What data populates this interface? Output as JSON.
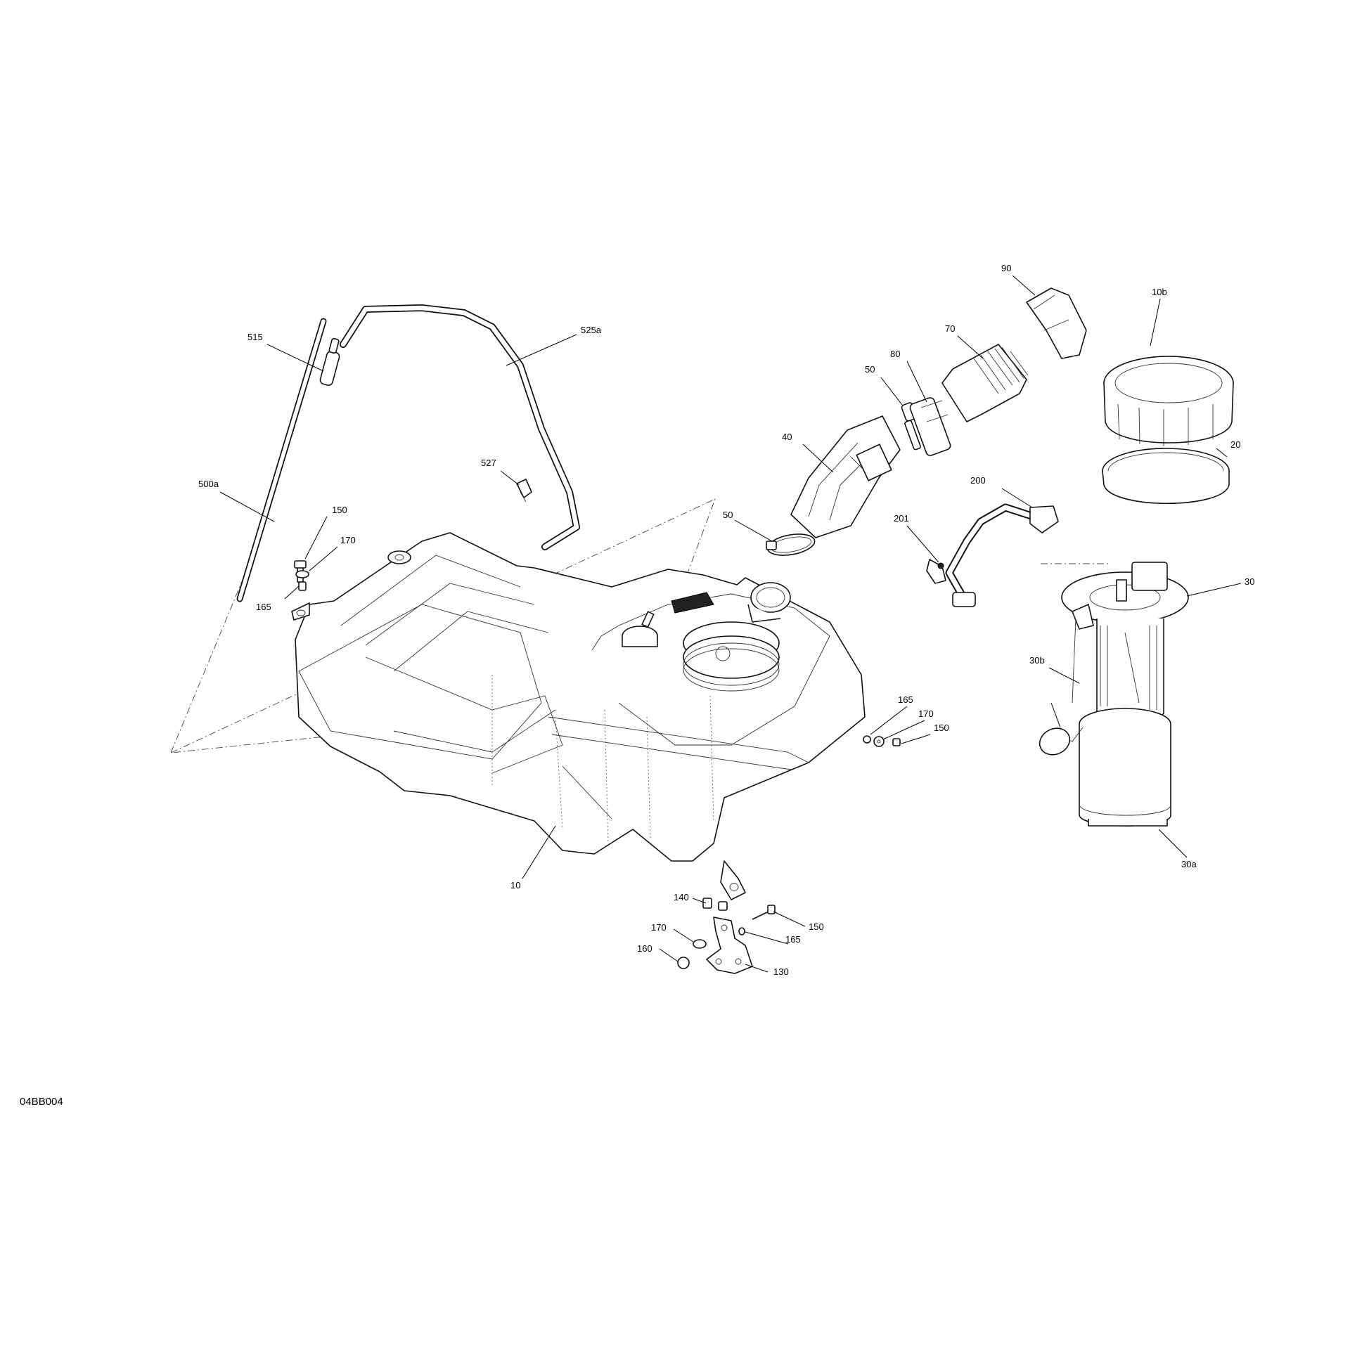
{
  "drawing_ref": "04BB004",
  "callouts": [
    {
      "id": "c515",
      "label": "515"
    },
    {
      "id": "c525a",
      "label": "525a"
    },
    {
      "id": "c527",
      "label": "527"
    },
    {
      "id": "c500a",
      "label": "500a"
    },
    {
      "id": "c150a",
      "label": "150"
    },
    {
      "id": "c170a",
      "label": "170"
    },
    {
      "id": "c165a",
      "label": "165"
    },
    {
      "id": "c90",
      "label": "90"
    },
    {
      "id": "c10b",
      "label": "10b"
    },
    {
      "id": "c70",
      "label": "70"
    },
    {
      "id": "c80",
      "label": "80"
    },
    {
      "id": "c50a",
      "label": "50"
    },
    {
      "id": "c40",
      "label": "40"
    },
    {
      "id": "c20",
      "label": "20"
    },
    {
      "id": "c200",
      "label": "200"
    },
    {
      "id": "c50b",
      "label": "50"
    },
    {
      "id": "c201",
      "label": "201"
    },
    {
      "id": "c30",
      "label": "30"
    },
    {
      "id": "c30b",
      "label": "30b"
    },
    {
      "id": "c165b",
      "label": "165"
    },
    {
      "id": "c170b",
      "label": "170"
    },
    {
      "id": "c150b",
      "label": "150"
    },
    {
      "id": "c30a",
      "label": "30a"
    },
    {
      "id": "c10",
      "label": "10"
    },
    {
      "id": "c140",
      "label": "140"
    },
    {
      "id": "c150c",
      "label": "150"
    },
    {
      "id": "c170c",
      "label": "170"
    },
    {
      "id": "c165c",
      "label": "165"
    },
    {
      "id": "c160",
      "label": "160"
    },
    {
      "id": "c130",
      "label": "130"
    }
  ]
}
